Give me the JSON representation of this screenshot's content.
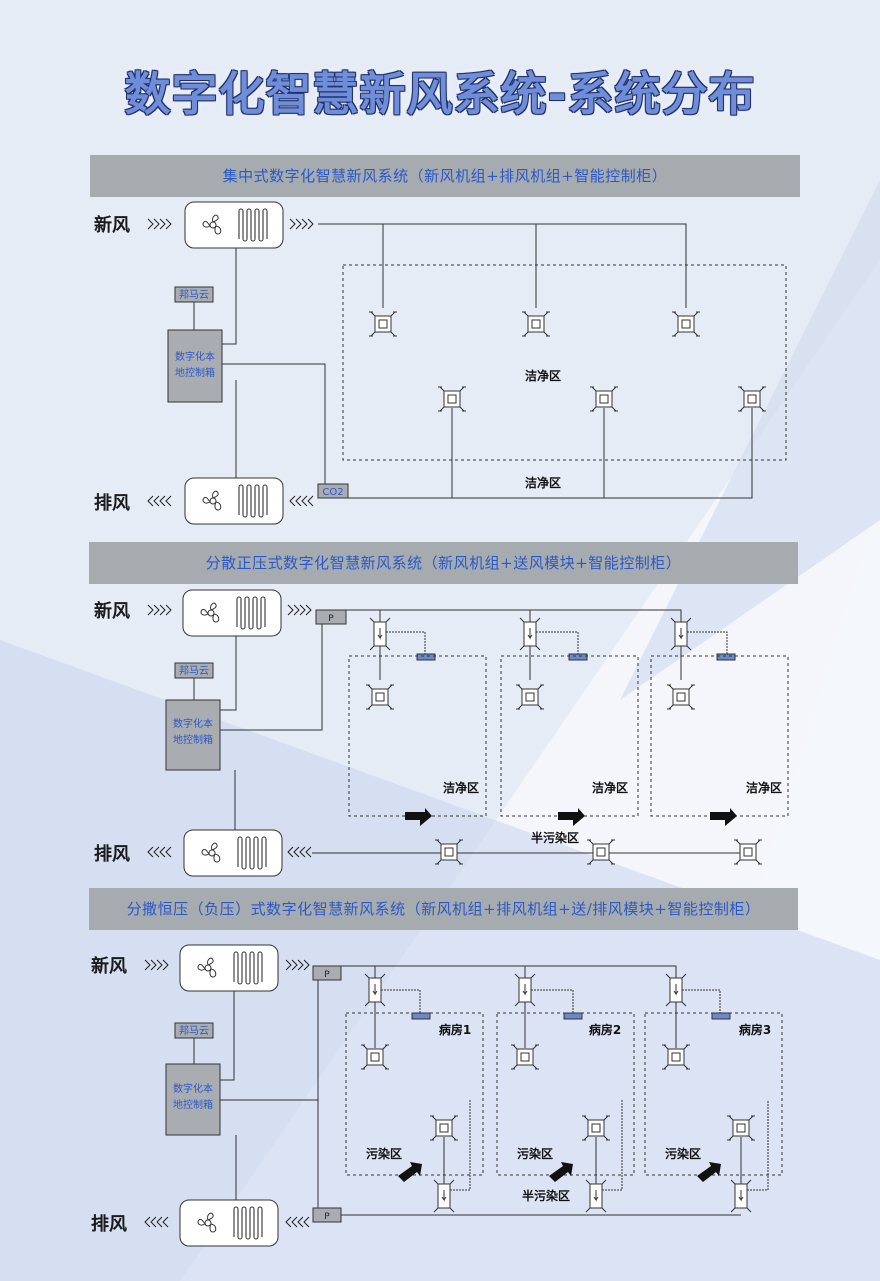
{
  "title": "数字化智慧新风系统-系统分布",
  "sections": [
    {
      "banner": "集中式数字化智慧新风系统（新风机组+排风机组+智能控制柜）",
      "fresh_air": "新风",
      "exhaust": "排风",
      "cloud": "邦马云",
      "controller_line1": "数字化本",
      "controller_line2": "地控制箱",
      "sensor": "CO2",
      "zone_inner": "洁净区",
      "zone_outer": "洁净区"
    },
    {
      "banner": "分散正压式数字化智慧新风系统（新风机组+送风模块+智能控制柜）",
      "fresh_air": "新风",
      "exhaust": "排风",
      "cloud": "邦马云",
      "controller_line1": "数字化本",
      "controller_line2": "地控制箱",
      "sensor": "P",
      "zones": [
        "洁净区",
        "洁净区",
        "洁净区"
      ],
      "semi_zone": "半污染区"
    },
    {
      "banner": "分撒恒压（负压）式数字化智慧新风系统（新风机组+排风机组+送/排风模块+智能控制柜）",
      "fresh_air": "新风",
      "exhaust": "排风",
      "cloud": "邦马云",
      "controller_line1": "数字化本",
      "controller_line2": "地控制箱",
      "sensor_top": "P",
      "sensor_bottom": "P",
      "rooms": [
        "病房1",
        "病房2",
        "病房3"
      ],
      "dirty_zones": [
        "污染区",
        "污染区",
        "污染区"
      ],
      "semi_zone": "半污染区"
    }
  ],
  "colors": {
    "banner_bg": "#a6abb0",
    "banner_text": "#2b58c8",
    "title_fill": "#6f8ed9",
    "box_fill": "#a9adb2",
    "line": "#333333"
  }
}
